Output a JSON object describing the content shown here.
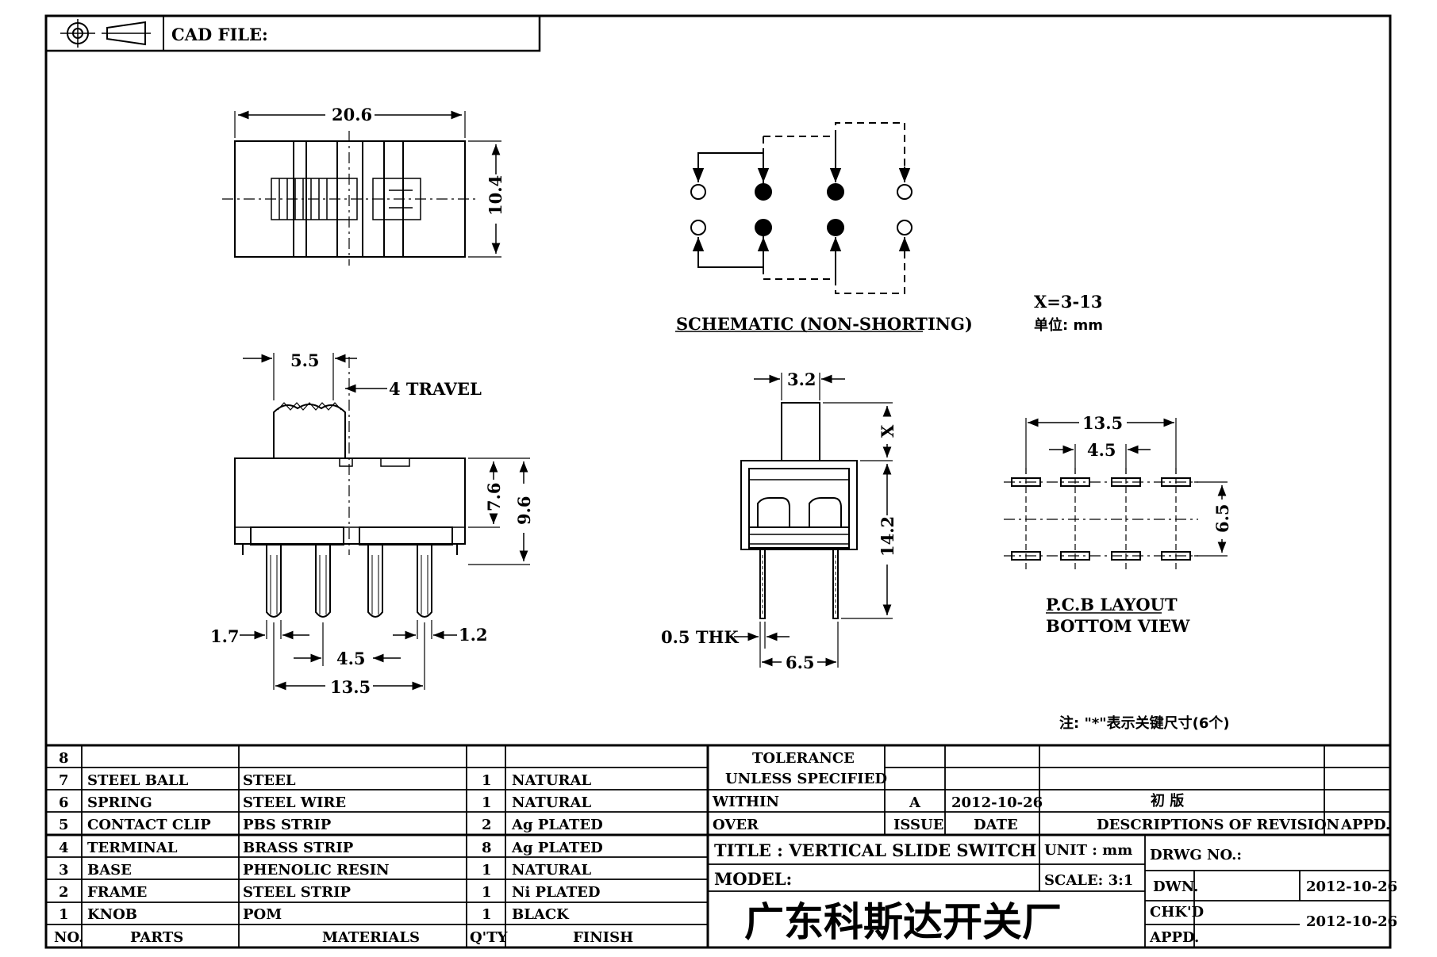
{
  "header": {
    "cad_label": "CAD FILE:"
  },
  "top_view": {
    "width": "20.6",
    "height": "10.4"
  },
  "schematic": {
    "caption": "SCHEMATIC (NON-SHORTING)"
  },
  "notes": {
    "x_range": "X=3-13",
    "unit_label": "单位: mm",
    "footnote": "注: \"*\"表示关键尺寸(6个)"
  },
  "side_view": {
    "knob_width": "5.5",
    "travel": "4 TRAVEL",
    "h1": "7.6",
    "h2": "9.6",
    "pin_left": "1.7",
    "pin_right": "1.2",
    "pitch": "4.5",
    "span": "13.5"
  },
  "end_view": {
    "knob_width": "3.2",
    "knob_height": "X",
    "body_height": "14.2",
    "thickness": "0.5 THK",
    "pin_span": "6.5"
  },
  "pcb_layout": {
    "span": "13.5",
    "pitch": "4.5",
    "row_gap": "6.5",
    "caption_1": "P.C.B LAYOUT",
    "caption_2": "BOTTOM VIEW"
  },
  "parts_table": {
    "rows": [
      {
        "no": "8",
        "part": "",
        "material": "",
        "qty": "",
        "finish": ""
      },
      {
        "no": "7",
        "part": "STEEL BALL",
        "material": "STEEL",
        "qty": "1",
        "finish": "NATURAL"
      },
      {
        "no": "6",
        "part": "SPRING",
        "material": "STEEL WIRE",
        "qty": "1",
        "finish": "NATURAL"
      },
      {
        "no": "5",
        "part": "CONTACT CLIP",
        "material": "PBS STRIP",
        "qty": "2",
        "finish": "Ag PLATED"
      },
      {
        "no": "4",
        "part": "TERMINAL",
        "material": "BRASS STRIP",
        "qty": "8",
        "finish": "Ag PLATED"
      },
      {
        "no": "3",
        "part": "BASE",
        "material": "PHENOLIC RESIN",
        "qty": "1",
        "finish": "NATURAL"
      },
      {
        "no": "2",
        "part": "FRAME",
        "material": "STEEL STRIP",
        "qty": "1",
        "finish": "Ni PLATED"
      },
      {
        "no": "1",
        "part": "KNOB",
        "material": "POM",
        "qty": "1",
        "finish": "BLACK"
      }
    ],
    "headers": {
      "no": "NO.",
      "part": "PARTS",
      "material": "MATERIALS",
      "qty": "Q'TY",
      "finish": "FINISH"
    }
  },
  "title_block": {
    "tolerance_1": "TOLERANCE",
    "tolerance_2": "UNLESS  SPECIFIED",
    "within": "WITHIN",
    "over": "OVER",
    "issue_value": "A",
    "date_value": "2012-10-26",
    "revision_desc": "初 版",
    "issue_label": "ISSUE",
    "date_label": "DATE",
    "desc_label": "DESCRIPTIONS OF REVISION",
    "appd_label": "APPD.",
    "title": "TITLE :  VERTICAL SLIDE SWITCH",
    "unit": "UNIT :  mm",
    "drwg_no": "DRWG NO.:",
    "model": "MODEL:",
    "scale": "SCALE:  3:1",
    "dwn_label": "DWN.",
    "dwn_date": "2012-10-26",
    "chkd_label": "CHK'D",
    "chkd_date": "2012-10-26",
    "appd_label2": "APPD.",
    "company": "广东科斯达开关厂"
  }
}
